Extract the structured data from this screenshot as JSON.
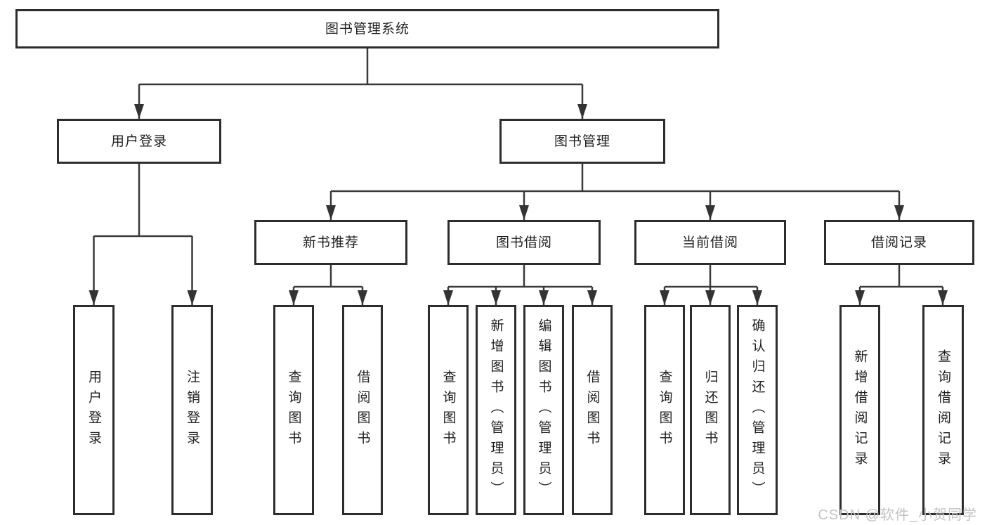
{
  "root": {
    "label": "图书管理系统"
  },
  "user_branch": {
    "label": "用户登录",
    "leaves": [
      "用户登录",
      "注销登录"
    ]
  },
  "book_branch": {
    "label": "图书管理",
    "groups": [
      {
        "label": "新书推荐",
        "leaves": [
          "查询图书",
          "借阅图书"
        ]
      },
      {
        "label": "图书借阅",
        "leaves": [
          "查询图书",
          "新增图书（管理员）",
          "编辑图书（管理员）",
          "借阅图书"
        ]
      },
      {
        "label": "当前借阅",
        "leaves": [
          "查询图书",
          "归还图书",
          "确认归还（管理员）"
        ]
      },
      {
        "label": "借阅记录",
        "leaves": [
          "新增借阅记录",
          "查询借阅记录"
        ]
      }
    ]
  },
  "watermark": "CSDN @软件_小贺同学",
  "colors": {
    "line": "#3a3a3a",
    "box_border": "#2d2d2d",
    "box_fill": "#ffffff",
    "text": "#1f1f1f",
    "watermark": "#c3c3c3"
  }
}
